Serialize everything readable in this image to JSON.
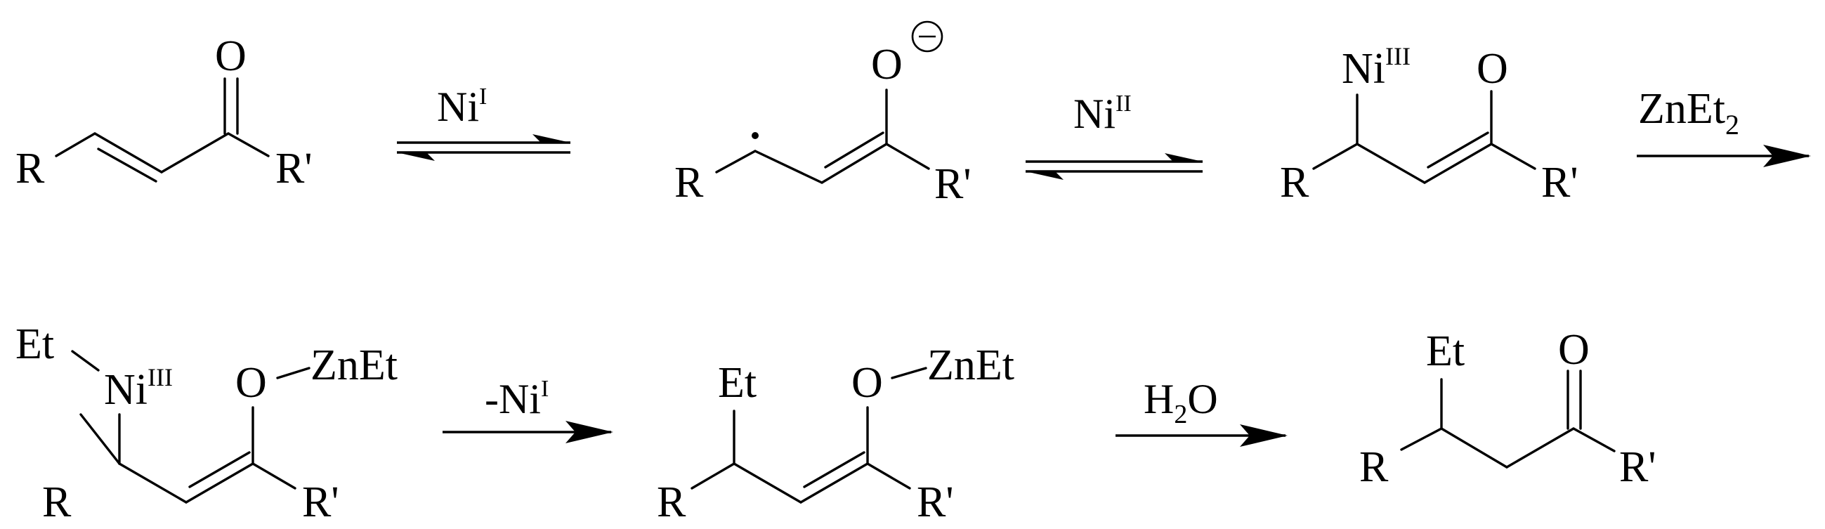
{
  "scheme": {
    "atoms": {
      "R": "R",
      "Rp": "R'",
      "O": "O",
      "Ni": "Ni",
      "Et": "Et",
      "ZnEt": "ZnEt"
    },
    "superscripts": {
      "ni_one": "I",
      "ni_two": "II",
      "ni_three": "III"
    },
    "charges": {
      "minus": "−"
    },
    "reagents": {
      "step1": {
        "main": "Ni",
        "sup": "I"
      },
      "step2": {
        "main": "Ni",
        "sup": "II"
      },
      "step3": {
        "main": "ZnEt",
        "sub": "2"
      },
      "step4": {
        "prefix": "-Ni",
        "sup": "I"
      },
      "step5": {
        "h": "H",
        "sub": "2",
        "o": "O"
      }
    }
  }
}
